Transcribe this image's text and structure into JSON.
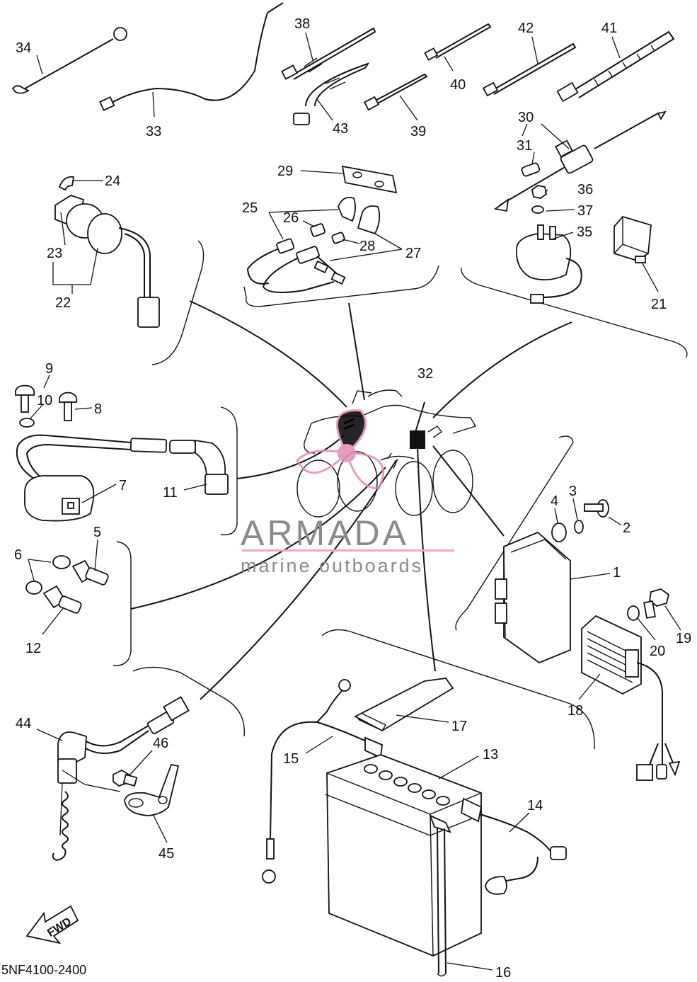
{
  "diagram": {
    "drawing_code": "5NF4100-2400",
    "forward_label": "FWD",
    "watermark": {
      "brand": "ARMADA",
      "tagline": "marine outboards",
      "accent_color": "#f2a6c9",
      "text_color": "#8a8a8a"
    },
    "callouts": [
      "1",
      "2",
      "3",
      "4",
      "5",
      "6",
      "7",
      "8",
      "9",
      "10",
      "11",
      "12",
      "13",
      "14",
      "15",
      "16",
      "17",
      "18",
      "19",
      "20",
      "21",
      "22",
      "23",
      "24",
      "25",
      "26",
      "27",
      "28",
      "29",
      "30",
      "31",
      "32",
      "33",
      "34",
      "35",
      "36",
      "37",
      "38",
      "39",
      "40",
      "41",
      "42",
      "43",
      "44",
      "45",
      "46"
    ]
  }
}
